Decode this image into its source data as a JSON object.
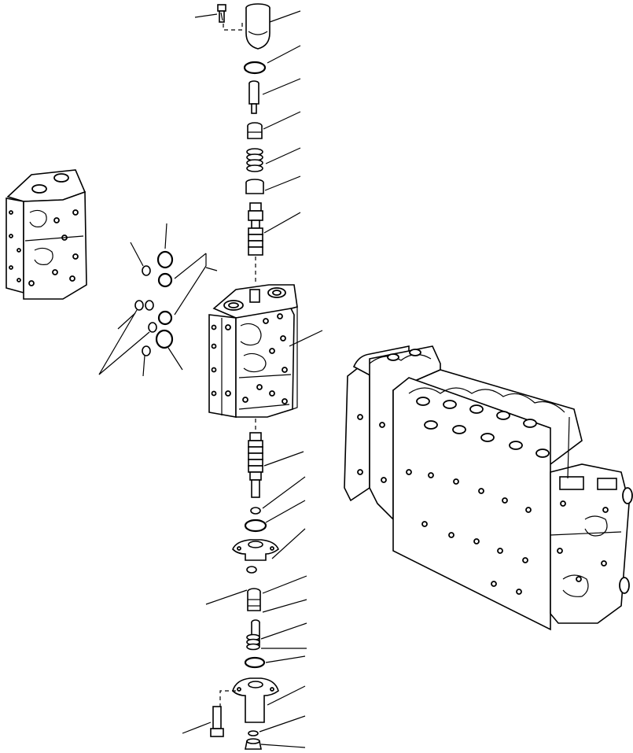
{
  "diagram": {
    "kind": "exploded-parts-view",
    "text_labels": [],
    "callout_count": 28,
    "colors": {
      "ink": "#000000",
      "paper": "#ffffff"
    },
    "components": [
      "mounting-bolt",
      "cap",
      "o-ring",
      "pin",
      "plug",
      "spring",
      "retainer",
      "spool-upper",
      "valve-section-body",
      "spool-lower",
      "ball",
      "o-ring",
      "flange-cover",
      "seal",
      "plug",
      "pin",
      "spring",
      "o-ring",
      "cover-cap",
      "bolt",
      "washer",
      "plug",
      "section-thumbnail",
      "valve-assembly-overview"
    ]
  }
}
